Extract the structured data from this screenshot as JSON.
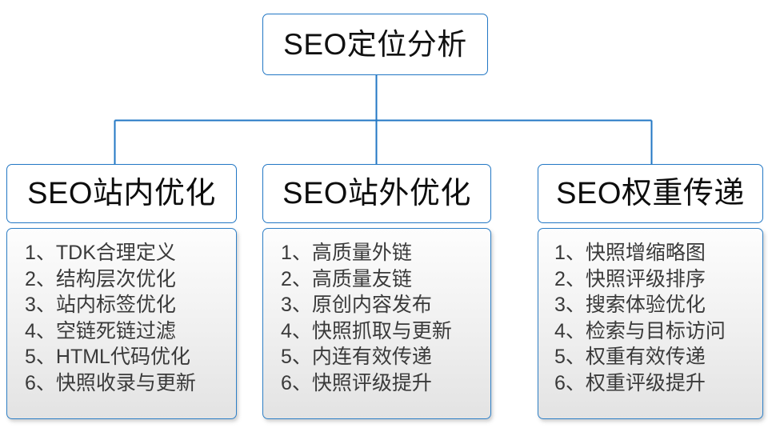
{
  "diagram": {
    "type": "org-tree",
    "accent_color": "#2277c4",
    "body_border_color": "#2e7fc6",
    "body_fill_top": "#fdfdfd",
    "body_fill_bottom": "#e3e3e3",
    "text_color": "#3a3a3a",
    "root": {
      "label": "SEO定位分析"
    },
    "branches": [
      {
        "header": "SEO站内优化",
        "items": [
          "1、TDK合理定义",
          "2、结构层次优化",
          "3、站内标签优化",
          "4、空链死链过滤",
          "5、HTML代码优化",
          "6、快照收录与更新"
        ]
      },
      {
        "header": "SEO站外优化",
        "items": [
          "1、高质量外链",
          "2、高质量友链",
          "3、原创内容发布",
          "4、快照抓取与更新",
          "5、内连有效传递",
          "6、快照评级提升"
        ]
      },
      {
        "header": "SEO权重传递",
        "items": [
          "1、快照增缩略图",
          "2、快照评级排序",
          "3、搜索体验优化",
          "4、检索与目标访问",
          "5、权重有效传递",
          "6、权重评级提升"
        ]
      }
    ]
  }
}
